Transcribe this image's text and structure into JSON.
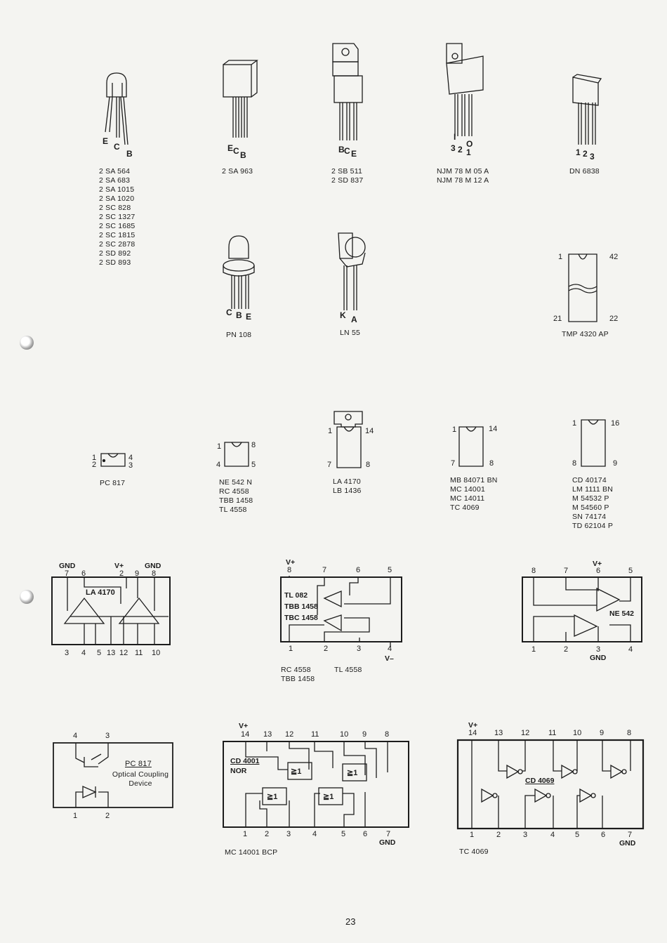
{
  "page_number": "23",
  "row1": {
    "transistor_a": {
      "pins": [
        "E",
        "C",
        "B"
      ],
      "parts": [
        "2 SA 564",
        "2 SA 683",
        "2 SA 1015",
        "2 SA 1020",
        "2 SC 828",
        "2 SC 1327",
        "2 SC 1685",
        "2 SC 1815",
        "2 SC 2878",
        "2 SD 892",
        "2 SD 893"
      ]
    },
    "transistor_b": {
      "pins": [
        "E",
        "C",
        "B"
      ],
      "parts": [
        "2 SA 963"
      ]
    },
    "transistor_c": {
      "pins": [
        "B",
        "C",
        "E"
      ],
      "parts": [
        "2 SB 511",
        "2 SD 837"
      ]
    },
    "regulator": {
      "pins": [
        "I",
        "3",
        "2",
        "O",
        "1"
      ],
      "parts": [
        "NJM 78 M 05 A",
        "NJM 78 M 12 A"
      ]
    },
    "dn": {
      "pins": [
        "1",
        "2",
        "3"
      ],
      "parts": [
        "DN 6838"
      ]
    }
  },
  "row2": {
    "pn108": {
      "pins": [
        "C",
        "B",
        "E"
      ],
      "name": "PN 108"
    },
    "ln55": {
      "pins": [
        "K",
        "A"
      ],
      "name": "LN 55"
    },
    "tmp": {
      "pins": [
        "1",
        "42",
        "21",
        "22"
      ],
      "name": "TMP 4320 AP"
    }
  },
  "row3": {
    "pc817": {
      "pins": [
        "1",
        "2",
        "4",
        "3"
      ],
      "name": "PC 817"
    },
    "ne542": {
      "pins": [
        "1",
        "8",
        "4",
        "5"
      ],
      "parts": [
        "NE 542 N",
        "RC 4558",
        "TBB 1458",
        "TL 4558"
      ]
    },
    "la4170": {
      "pins": [
        "1",
        "14",
        "7",
        "8"
      ],
      "parts": [
        "LA 4170",
        "LB 1436"
      ]
    },
    "mb": {
      "pins": [
        "1",
        "14",
        "7",
        "8"
      ],
      "parts": [
        "MB 84071 BN",
        "MC 14001",
        "MC 14011",
        "TC 4069"
      ]
    },
    "cd": {
      "pins": [
        "1",
        "16",
        "8",
        "9"
      ],
      "parts": [
        "CD 40174",
        "LM 1111 BN",
        "M 54532 P",
        "M 54560 P",
        "SN 74174",
        "TD 62104 P"
      ]
    }
  },
  "row4": {
    "la4170_diag": {
      "ic": "LA 4170",
      "top": [
        "GND",
        "V+",
        "GND"
      ],
      "top_pins": [
        "7",
        "6",
        "2",
        "9",
        "8"
      ],
      "bottom_pins": [
        "3",
        "4",
        "5",
        "13",
        "12",
        "11",
        "10"
      ]
    },
    "tl082_diag": {
      "v_plus": "V+",
      "v_minus": "V–",
      "ic_lines": [
        "TL 082",
        "TBB 1458",
        "TBC 1458"
      ],
      "top_pins": [
        "8",
        "7",
        "6",
        "5"
      ],
      "bottom_pins": [
        "1",
        "2",
        "3",
        "4"
      ],
      "caption_a": "RC 4558",
      "caption_b": "TL 4558",
      "caption_c": "TBB 1458"
    },
    "ne542_diag": {
      "v_plus": "V+",
      "gnd": "GND",
      "ic": "NE 542",
      "top_pins": [
        "8",
        "7",
        "6",
        "5"
      ],
      "bottom_pins": [
        "1",
        "2",
        "3",
        "4"
      ]
    }
  },
  "row5": {
    "pc817_diag": {
      "top_pins": [
        "4",
        "3"
      ],
      "bottom_pins": [
        "1",
        "2"
      ],
      "name": "PC 817",
      "desc1": "Optical Coupling",
      "desc2": "Device"
    },
    "cd4001_diag": {
      "v_plus": "V+",
      "gnd": "GND",
      "ic": "CD 4001",
      "sub": "NOR",
      "gate": "≧1",
      "top_pins": [
        "14",
        "13",
        "12",
        "11",
        "10",
        "9",
        "8"
      ],
      "bottom_pins": [
        "1",
        "2",
        "3",
        "4",
        "5",
        "6",
        "7"
      ],
      "caption": "MC 14001 BCP"
    },
    "cd4069_diag": {
      "v_plus": "V+",
      "gnd": "GND",
      "ic": "CD 4069",
      "top_pins": [
        "14",
        "13",
        "12",
        "11",
        "10",
        "9",
        "8"
      ],
      "bottom_pins": [
        "1",
        "2",
        "3",
        "4",
        "5",
        "6",
        "7"
      ],
      "caption": "TC 4069"
    }
  },
  "colors": {
    "ink": "#1c1c1c",
    "paper": "#f4f4f1"
  }
}
